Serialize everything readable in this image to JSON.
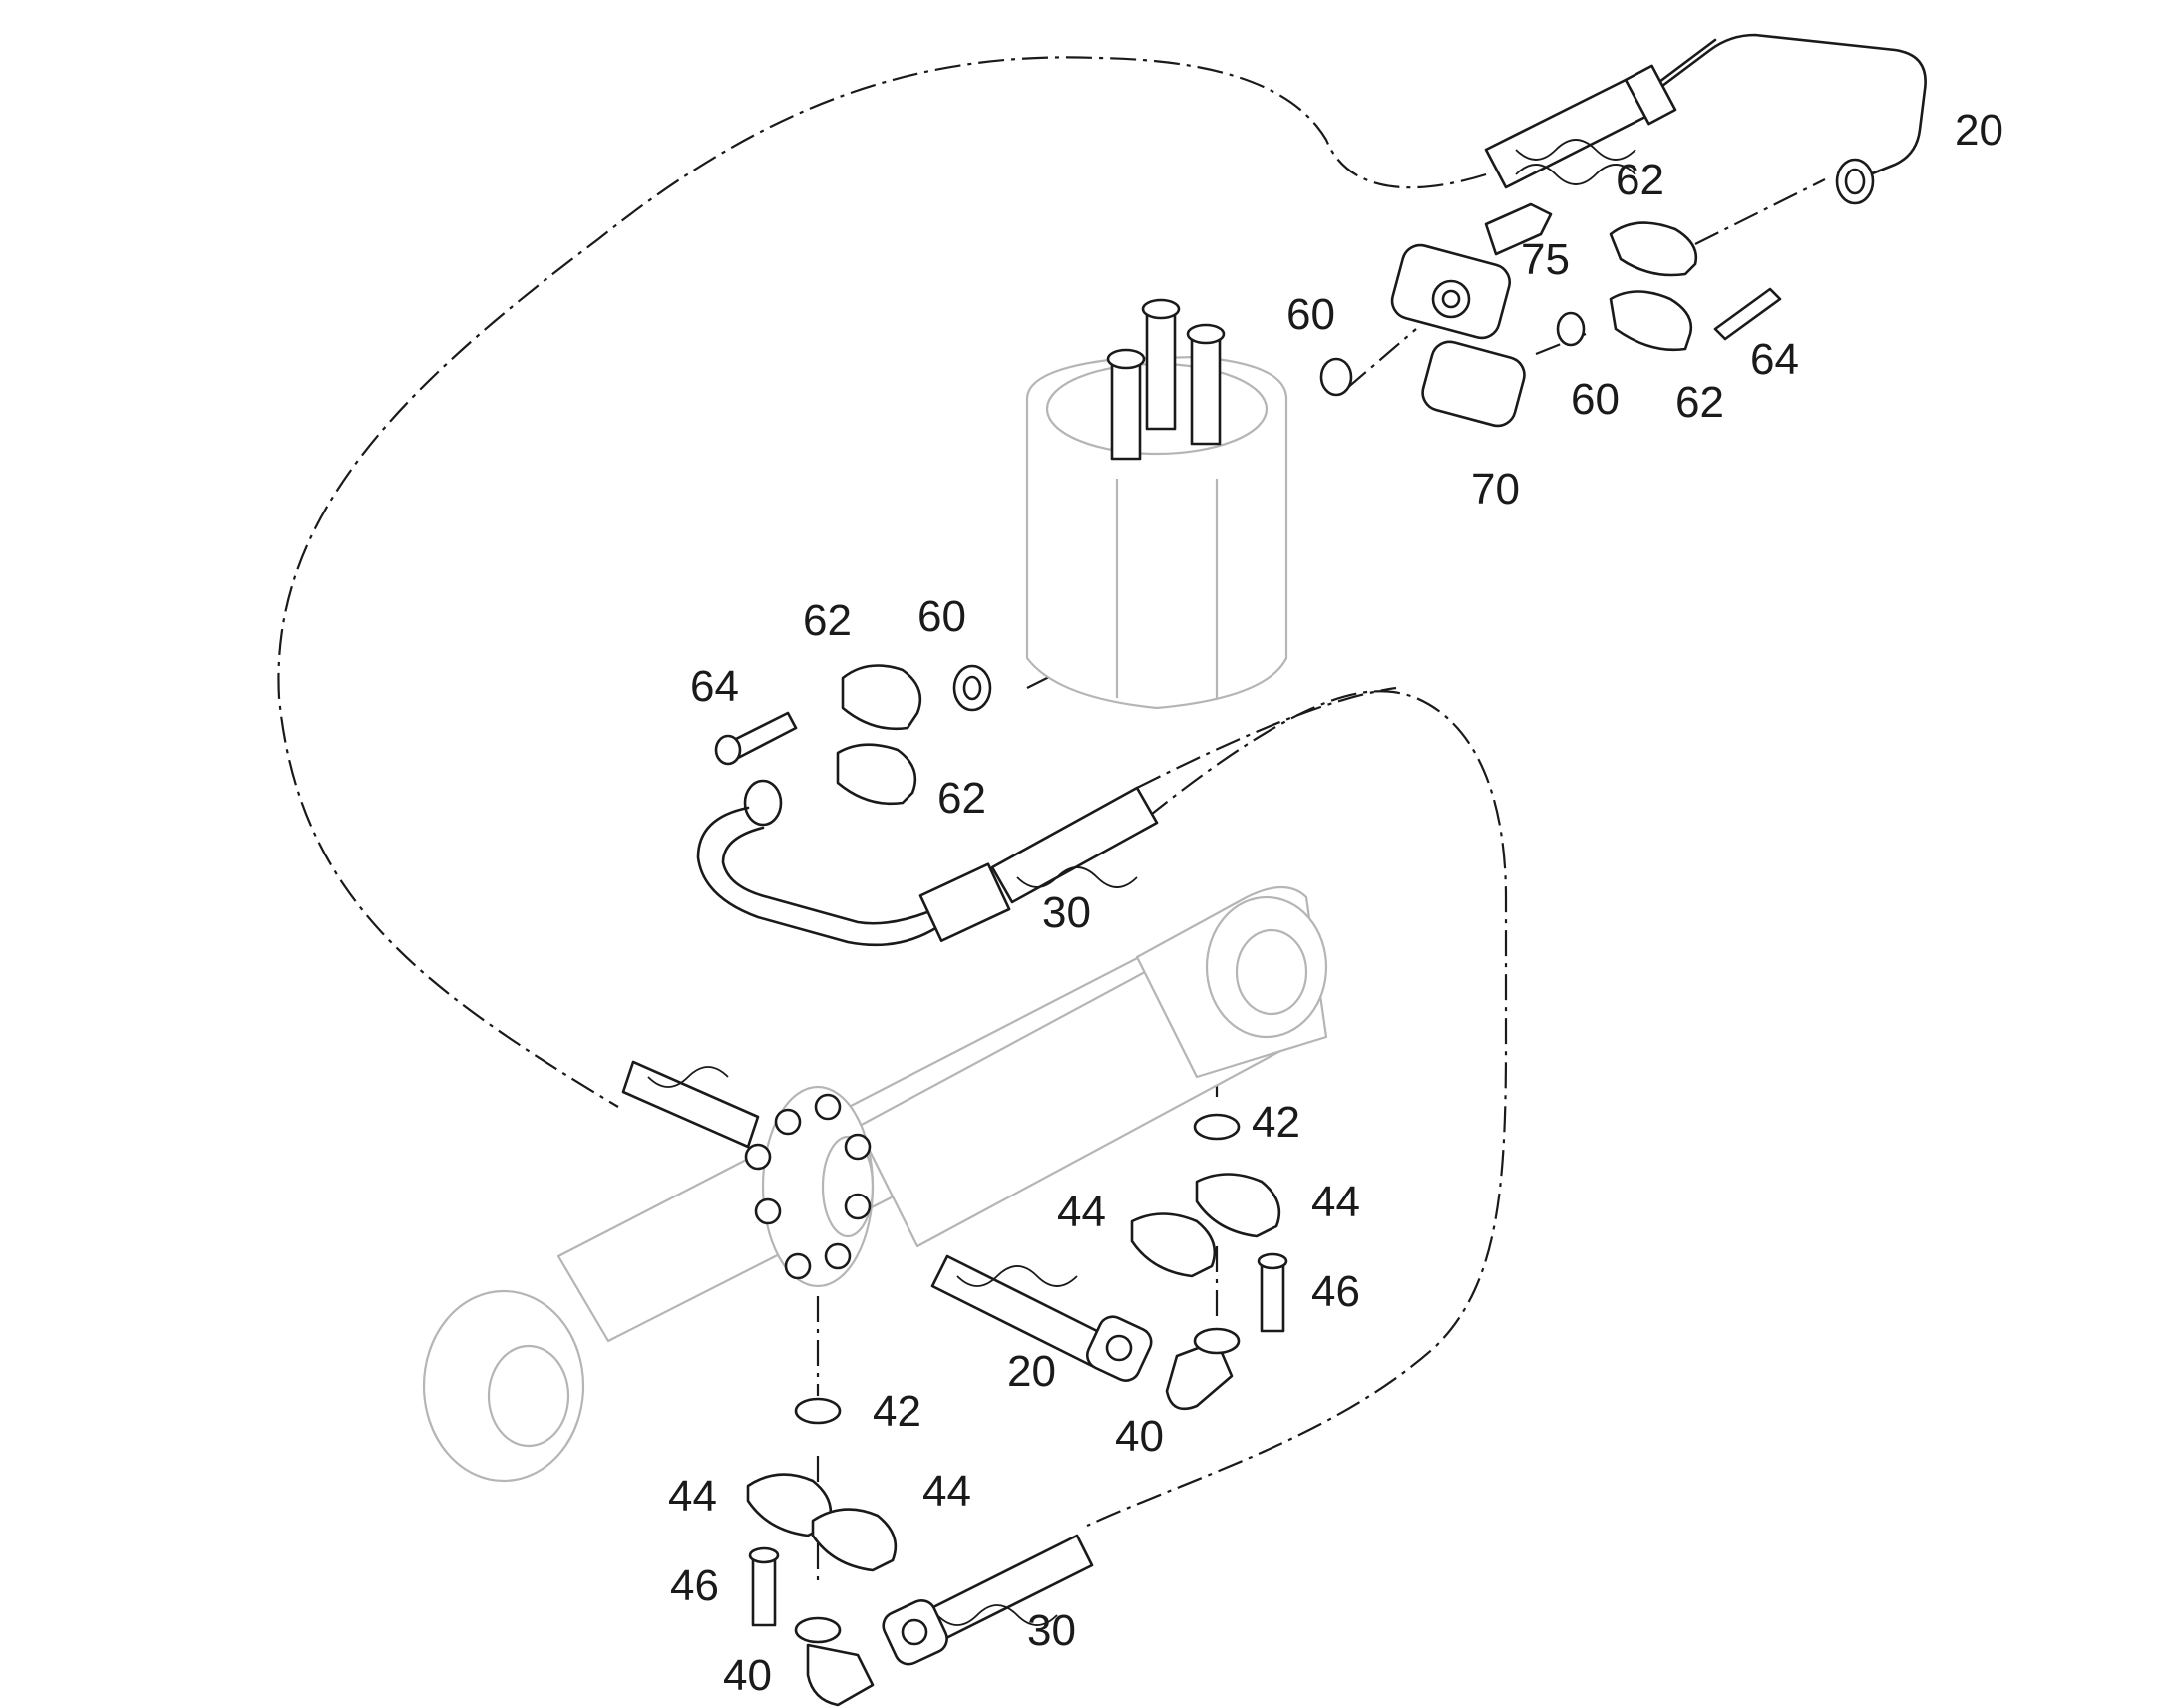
{
  "callouts": [
    {
      "id": "c20a",
      "text": "20"
    },
    {
      "id": "c62a",
      "text": "62"
    },
    {
      "id": "c75",
      "text": "75"
    },
    {
      "id": "c60a",
      "text": "60"
    },
    {
      "id": "c64a",
      "text": "64"
    },
    {
      "id": "c60b",
      "text": "60"
    },
    {
      "id": "c62b",
      "text": "62"
    },
    {
      "id": "c70",
      "text": "70"
    },
    {
      "id": "c62c",
      "text": "62"
    },
    {
      "id": "c60c",
      "text": "60"
    },
    {
      "id": "c64b",
      "text": "64"
    },
    {
      "id": "c62d",
      "text": "62"
    },
    {
      "id": "c30a",
      "text": "30"
    },
    {
      "id": "c42a",
      "text": "42"
    },
    {
      "id": "c44a",
      "text": "44"
    },
    {
      "id": "c44b",
      "text": "44"
    },
    {
      "id": "c46a",
      "text": "46"
    },
    {
      "id": "c20b",
      "text": "20"
    },
    {
      "id": "c40a",
      "text": "40"
    },
    {
      "id": "c42b",
      "text": "42"
    },
    {
      "id": "c44c",
      "text": "44"
    },
    {
      "id": "c44d",
      "text": "44"
    },
    {
      "id": "c46b",
      "text": "46"
    },
    {
      "id": "c30b",
      "text": "30"
    },
    {
      "id": "c40b",
      "text": "40"
    }
  ]
}
